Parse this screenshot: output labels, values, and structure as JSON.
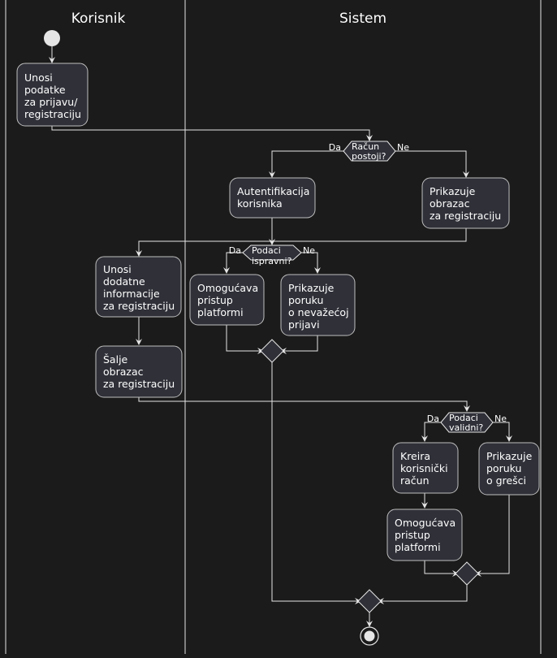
{
  "lanes": {
    "korisnik": "Korisnik",
    "sistem": "Sistem"
  },
  "activities": {
    "unos_podataka": [
      "Unosi",
      "podatke",
      "za prijavu/",
      "registraciju"
    ],
    "autentifikacija": [
      "Autentifikacija",
      "korisnika"
    ],
    "prikaz_obrasca": [
      "Prikazuje",
      "obrazac",
      "za registraciju"
    ],
    "unos_dodatnih": [
      "Unosi",
      "dodatne",
      "informacije",
      "za registraciju"
    ],
    "pristup_1": [
      "Omogućava",
      "pristup",
      "platformi"
    ],
    "nevazeca_prijava": [
      "Prikazuje",
      "poruku",
      "o nevažećoj",
      "prijavi"
    ],
    "slanje_obrasca": [
      "Šalje",
      "obrazac",
      "za registraciju"
    ],
    "kreiranje_racuna": [
      "Kreira",
      "korisnički",
      "račun"
    ],
    "poruka_o_gresci": [
      "Prikazuje",
      "poruku",
      "o grešci"
    ],
    "pristup_2": [
      "Omogućava",
      "pristup",
      "platformi"
    ]
  },
  "decisions": {
    "racun_postoji": {
      "question": [
        "Račun",
        "postoji?"
      ],
      "yes": "Da",
      "no": "Ne"
    },
    "podaci_ispravni": {
      "question": [
        "Podaci",
        "ispravni?"
      ],
      "yes": "Da",
      "no": "Ne"
    },
    "podaci_validni": {
      "question": [
        "Podaci",
        "validni?"
      ],
      "yes": "Da",
      "no": "Ne"
    }
  }
}
